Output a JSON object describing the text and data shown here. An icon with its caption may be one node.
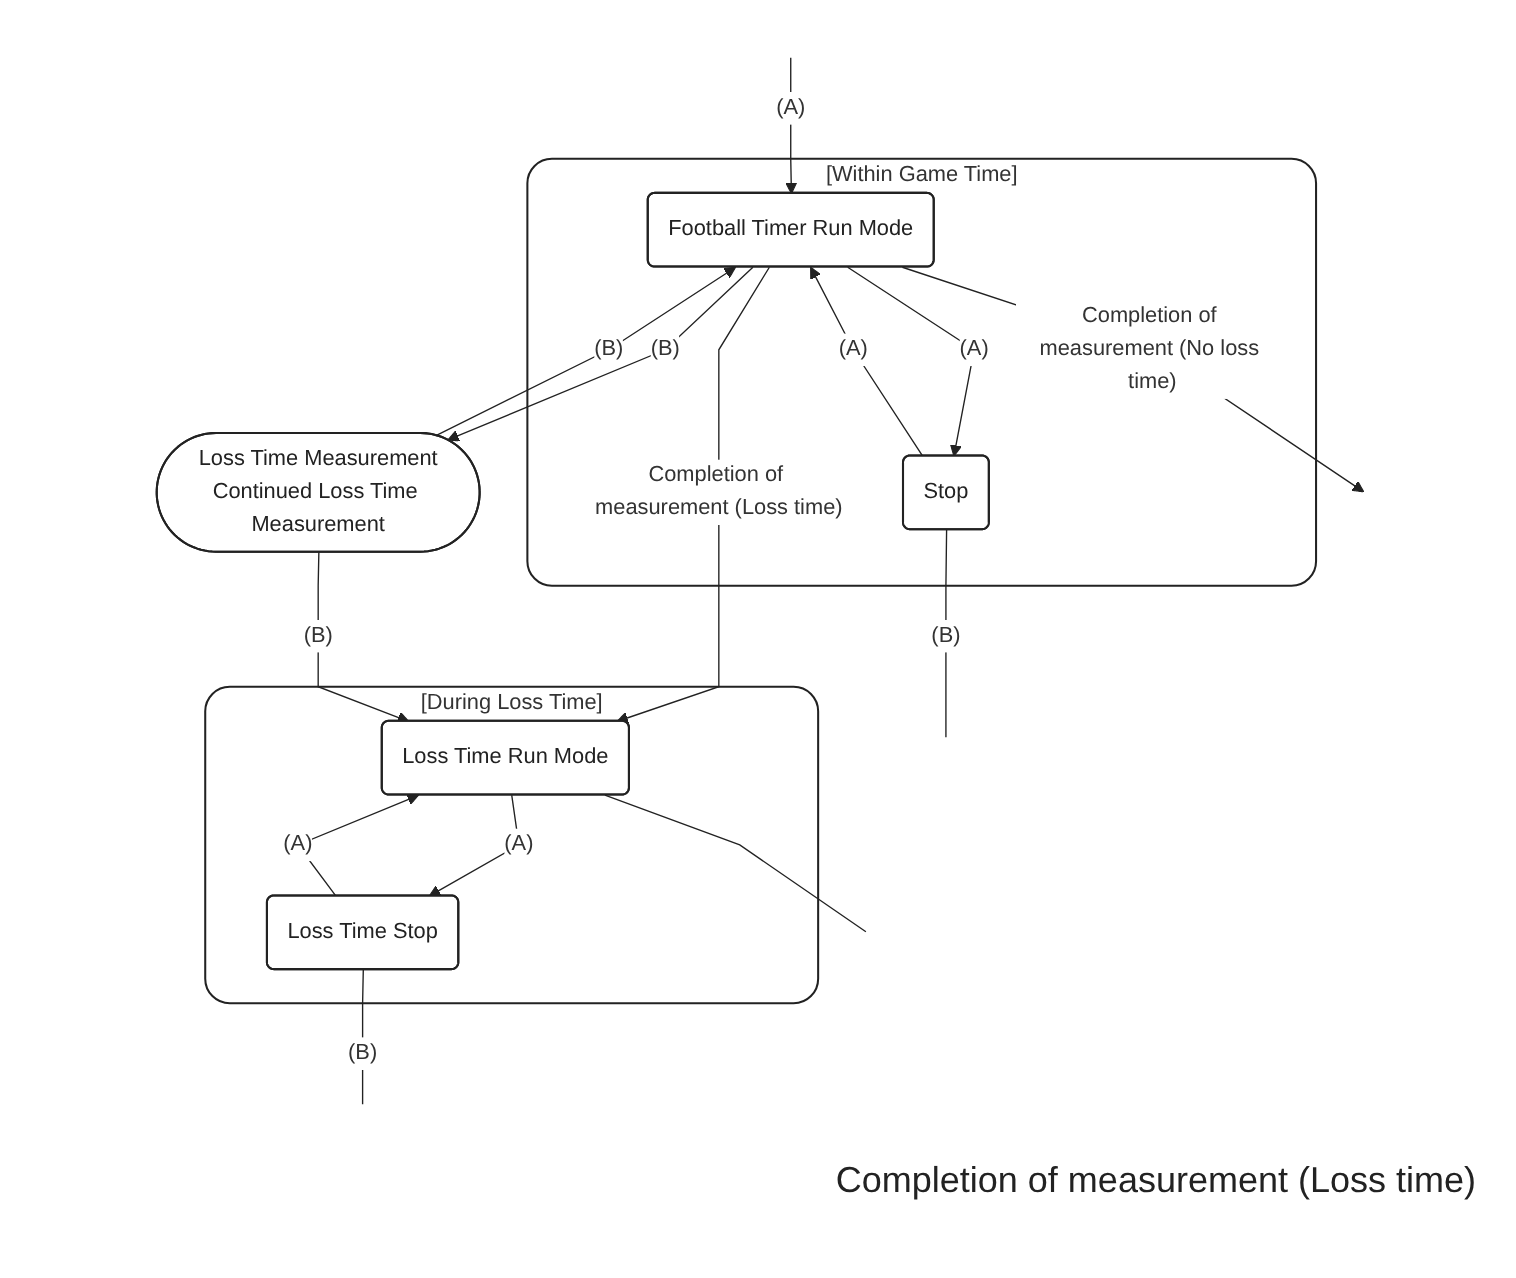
{
  "diagram": {
    "nodes": [
      {
        "text": [
          "[Within Game Time]"
        ]
      },
      {
        "text": [
          "[During Loss Time]"
        ]
      },
      {
        "text": [
          "Loss Time Measurement",
          "Continued Loss Time Measurement"
        ]
      },
      {
        "text": [
          "Football Timer Run Mode"
        ],
        "in": 0
      },
      {
        "text": [
          "Stop"
        ],
        "in": 0
      },
      {
        "text": [
          "Loss Time Run Mode"
        ],
        "in": 1
      },
      {
        "text": [
          "Loss Time Stop"
        ],
        "in": 1
      }
    ],
    "edges": [
      {
        "from": null,
        "to": 3,
        "arrow": "to",
        "label": "(A)"
      },
      {
        "from": 3,
        "to": null,
        "arrow": "to",
        "label": "Completion of measurement (No loss time)"
      },
      {
        "from": 3,
        "to": 2,
        "arrow": "to",
        "label": "(B)"
      },
      {
        "from": 2,
        "to": 3,
        "arrow": "to",
        "label": "(B)"
      },
      {
        "from": 3,
        "to": 5,
        "arrow": "to",
        "label": "Completion of measurement (Loss time)"
      },
      {
        "from": 3,
        "to": 4,
        "arrow": "to",
        "label": "(A)"
      },
      {
        "from": 4,
        "to": 3,
        "arrow": "to",
        "label": "(A)"
      },
      {
        "from": 4,
        "to": null,
        "arrow": "none",
        "label": "(B)"
      },
      {
        "from": 2,
        "to": 5,
        "arrow": "to",
        "label": "(B)"
      },
      {
        "from": 5,
        "to": 6,
        "arrow": "to",
        "label": "(A)"
      },
      {
        "from": 6,
        "to": 5,
        "arrow": "to",
        "label": "(A)"
      },
      {
        "from": 5,
        "to": null,
        "arrow": "none"
      },
      {
        "from": 6,
        "to": null,
        "arrow": "none",
        "label": "(B)"
      }
    ],
    "labels": [
      "Completion of measurement (Loss time)"
    ]
  }
}
